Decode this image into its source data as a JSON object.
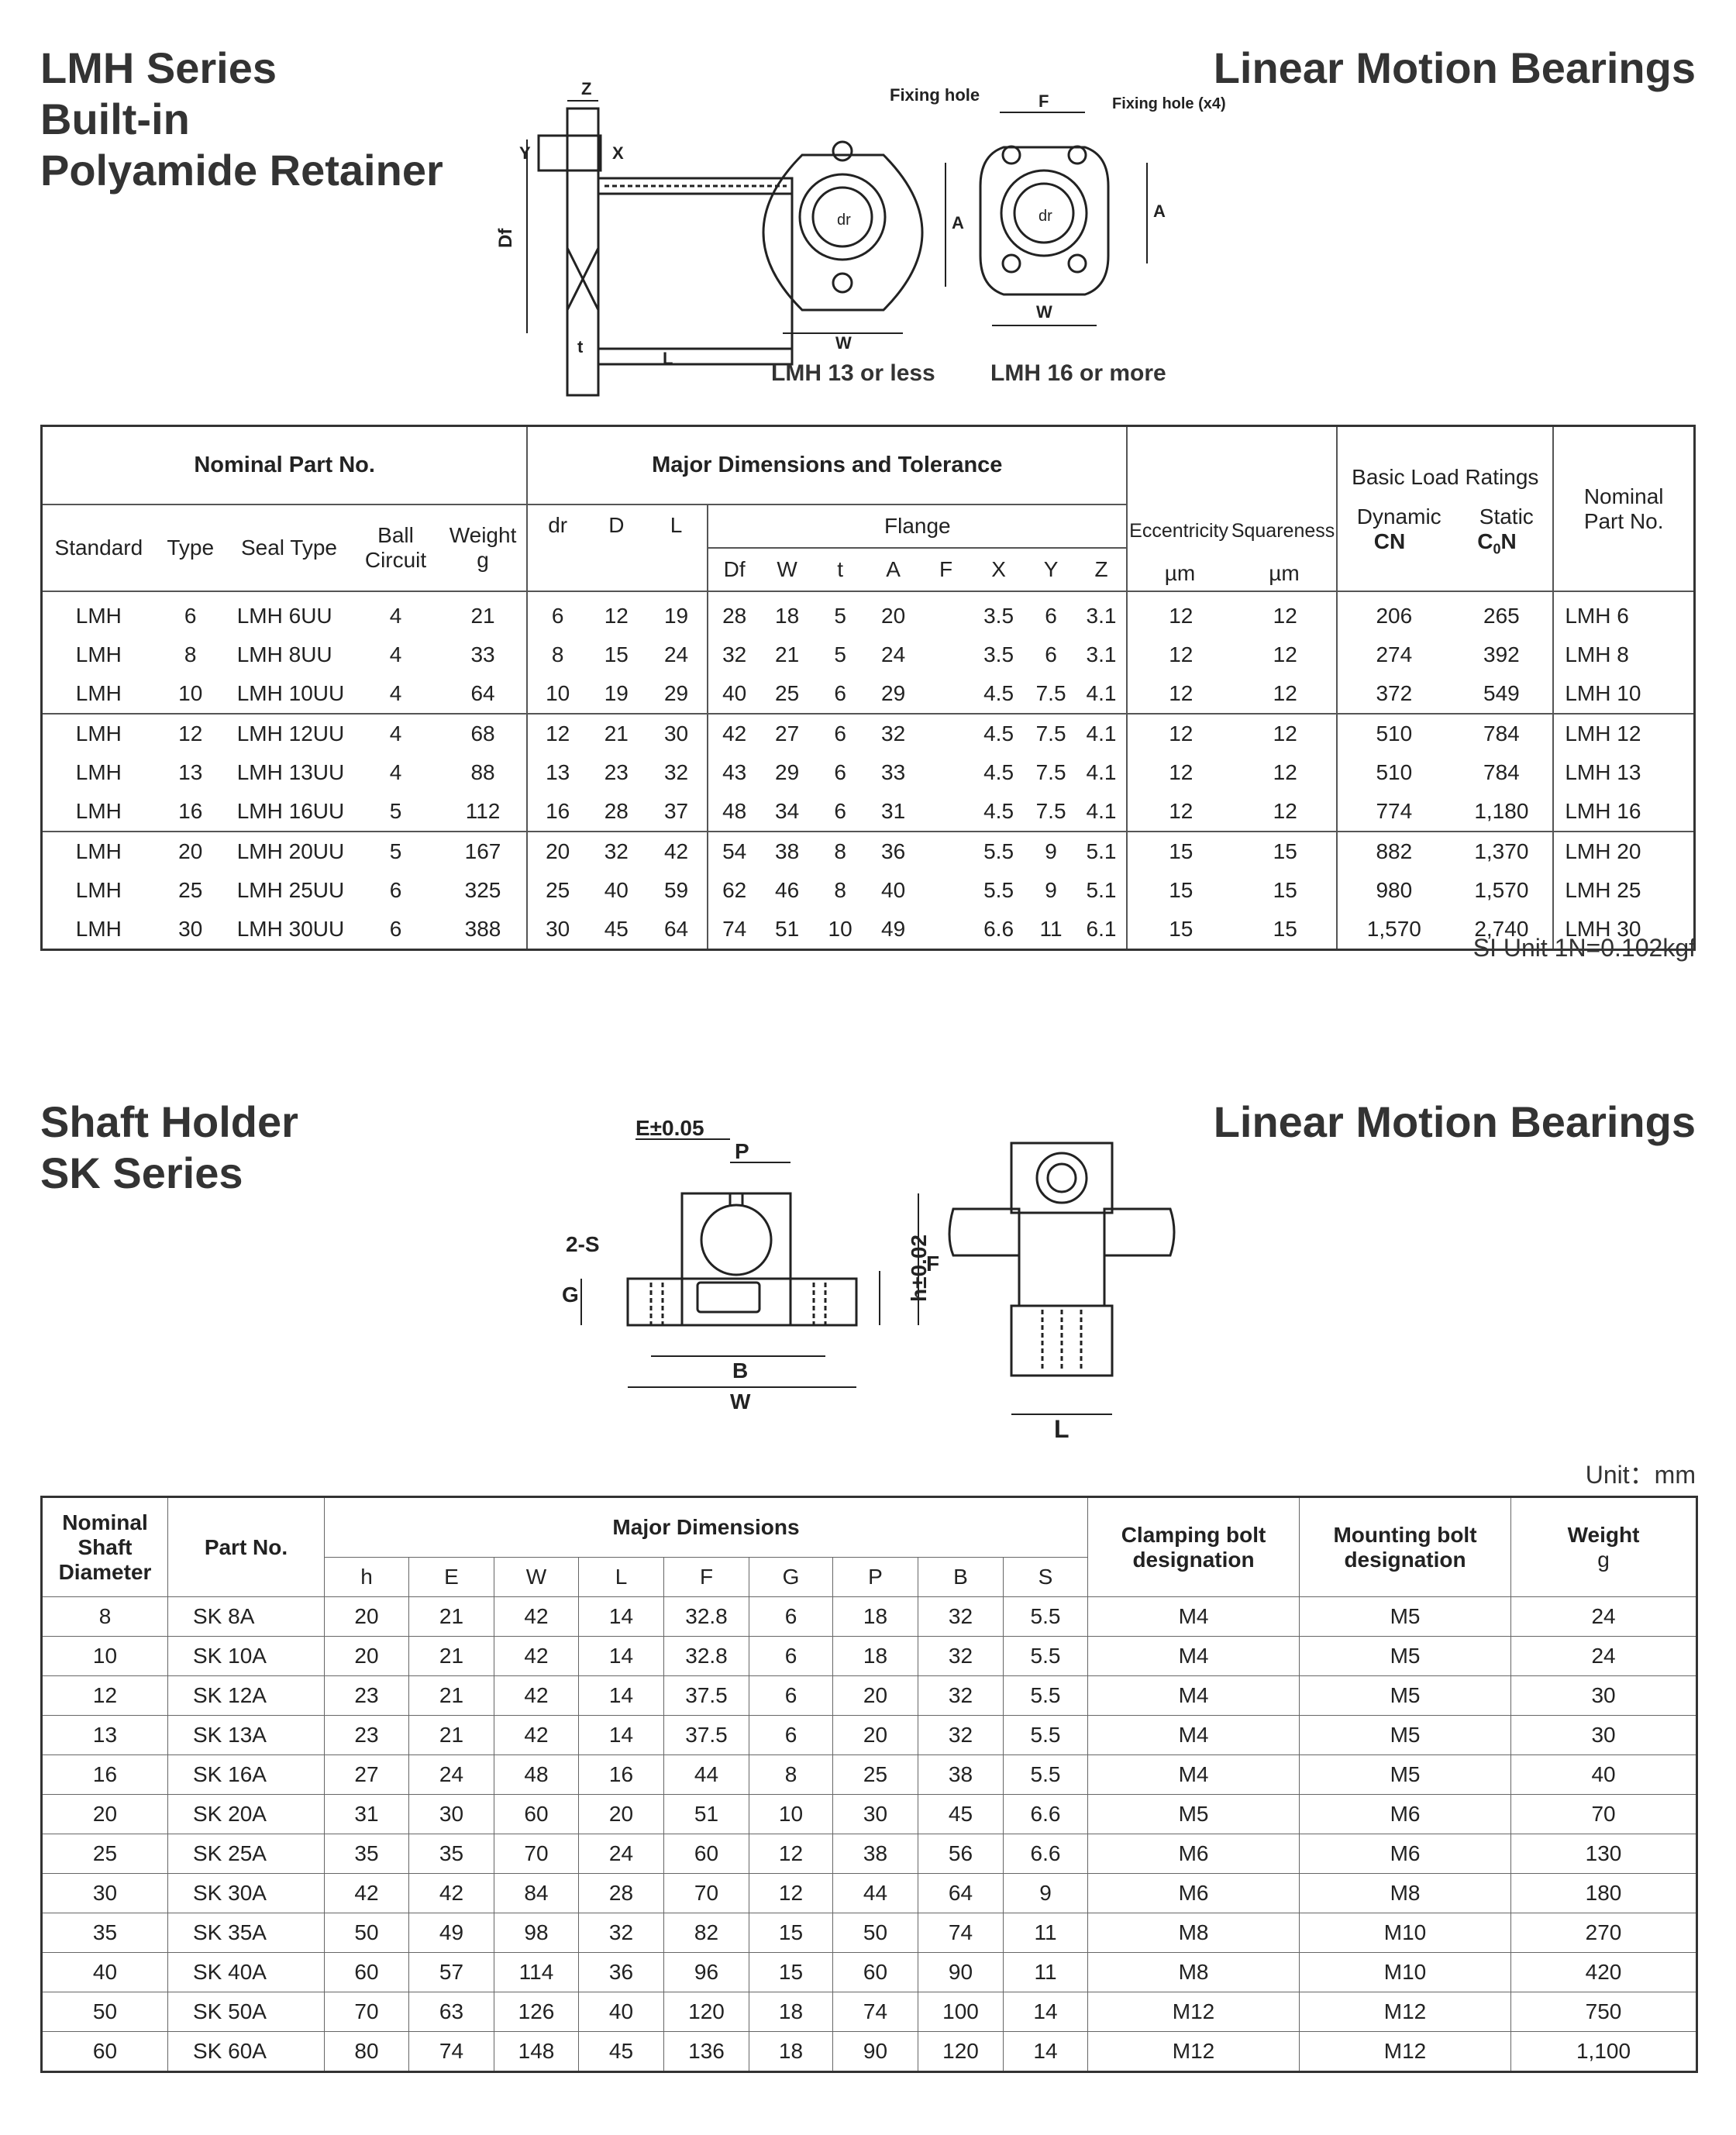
{
  "section1": {
    "title_lines": [
      "LMH Series",
      "Built-in",
      "Polyamide Retainer"
    ],
    "title_right": "Linear Motion Bearings",
    "drawing": {
      "fixing_hole": "Fixing hole",
      "fixing_hole_x4": "Fixing hole (x4)",
      "caption_small": "LMH 13 or less",
      "caption_large": "LMH 16 or more",
      "dims": {
        "z": "Z",
        "y": "Y",
        "x": "X",
        "df": "Df",
        "t": "t",
        "l": "L",
        "a": "A",
        "w": "W",
        "dr": "dr",
        "f": "F"
      }
    },
    "table": {
      "group_nominal": "Nominal Part No.",
      "group_major": "Major Dimensions and Tolerance",
      "flange": "Flange",
      "basic_load": "Basic Load Ratings",
      "nominal_right": "Nominal Part No.",
      "headers": {
        "standard": "Standard",
        "type": "Type",
        "seal_type": "Seal Type",
        "ball_circuit": "Ball Circuit",
        "weight": "Weight",
        "weight_unit": "g",
        "dr": "dr",
        "D": "D",
        "L": "L",
        "Df": "Df",
        "W": "W",
        "t": "t",
        "A": "A",
        "F": "F",
        "X": "X",
        "Y": "Y",
        "Z": "Z",
        "eccentricity": "Eccentricity",
        "squareness": "Squareness",
        "um1": "µm",
        "um2": "µm",
        "dynamic": "Dynamic",
        "static": "Static",
        "cn": "CN",
        "c0n": "C0N"
      },
      "rows": [
        [
          "LMH",
          "6",
          "LMH 6UU",
          "4",
          "21",
          "6",
          "12",
          "19",
          "28",
          "18",
          "5",
          "20",
          "",
          "3.5",
          "6",
          "3.1",
          "12",
          "12",
          "206",
          "265",
          "LMH 6"
        ],
        [
          "LMH",
          "8",
          "LMH 8UU",
          "4",
          "33",
          "8",
          "15",
          "24",
          "32",
          "21",
          "5",
          "24",
          "",
          "3.5",
          "6",
          "3.1",
          "12",
          "12",
          "274",
          "392",
          "LMH 8"
        ],
        [
          "LMH",
          "10",
          "LMH 10UU",
          "4",
          "64",
          "10",
          "19",
          "29",
          "40",
          "25",
          "6",
          "29",
          "",
          "4.5",
          "7.5",
          "4.1",
          "12",
          "12",
          "372",
          "549",
          "LMH 10"
        ],
        [
          "LMH",
          "12",
          "LMH 12UU",
          "4",
          "68",
          "12",
          "21",
          "30",
          "42",
          "27",
          "6",
          "32",
          "",
          "4.5",
          "7.5",
          "4.1",
          "12",
          "12",
          "510",
          "784",
          "LMH 12"
        ],
        [
          "LMH",
          "13",
          "LMH 13UU",
          "4",
          "88",
          "13",
          "23",
          "32",
          "43",
          "29",
          "6",
          "33",
          "",
          "4.5",
          "7.5",
          "4.1",
          "12",
          "12",
          "510",
          "784",
          "LMH 13"
        ],
        [
          "LMH",
          "16",
          "LMH 16UU",
          "5",
          "112",
          "16",
          "28",
          "37",
          "48",
          "34",
          "6",
          "31",
          "",
          "4.5",
          "7.5",
          "4.1",
          "12",
          "12",
          "774",
          "1,180",
          "LMH 16"
        ],
        [
          "LMH",
          "20",
          "LMH 20UU",
          "5",
          "167",
          "20",
          "32",
          "42",
          "54",
          "38",
          "8",
          "36",
          "",
          "5.5",
          "9",
          "5.1",
          "15",
          "15",
          "882",
          "1,370",
          "LMH 20"
        ],
        [
          "LMH",
          "25",
          "LMH 25UU",
          "6",
          "325",
          "25",
          "40",
          "59",
          "62",
          "46",
          "8",
          "40",
          "",
          "5.5",
          "9",
          "5.1",
          "15",
          "15",
          "980",
          "1,570",
          "LMH 25"
        ],
        [
          "LMH",
          "30",
          "LMH 30UU",
          "6",
          "388",
          "30",
          "45",
          "64",
          "74",
          "51",
          "10",
          "49",
          "",
          "6.6",
          "11",
          "6.1",
          "15",
          "15",
          "1,570",
          "2,740",
          "LMH 30"
        ]
      ]
    },
    "si_note": "SI Unit 1N=0.102kgf"
  },
  "section2": {
    "title_lines": [
      "Shaft Holder",
      "SK Series"
    ],
    "title_right": "Linear Motion Bearings",
    "drawing": {
      "e": "E±0.05",
      "p": "P",
      "s": "2-S",
      "g": "G",
      "h": "h±0.02",
      "f": "F",
      "b": "B",
      "w": "W",
      "l": "L"
    },
    "unit_note": "Unit：mm",
    "table": {
      "h_nominal": "Nominal Shaft Diameter",
      "h_part": "Part No.",
      "h_major": "Major Dimensions",
      "h_clamp": "Clamping bolt designation",
      "h_mount": "Mounting bolt designation",
      "h_weight": "Weight",
      "h_weight_unit": "g",
      "dims": [
        "h",
        "E",
        "W",
        "L",
        "F",
        "G",
        "P",
        "B",
        "S"
      ],
      "rows": [
        [
          "8",
          "SK 8A",
          "20",
          "21",
          "42",
          "14",
          "32.8",
          "6",
          "18",
          "32",
          "5.5",
          "M4",
          "M5",
          "24"
        ],
        [
          "10",
          "SK 10A",
          "20",
          "21",
          "42",
          "14",
          "32.8",
          "6",
          "18",
          "32",
          "5.5",
          "M4",
          "M5",
          "24"
        ],
        [
          "12",
          "SK 12A",
          "23",
          "21",
          "42",
          "14",
          "37.5",
          "6",
          "20",
          "32",
          "5.5",
          "M4",
          "M5",
          "30"
        ],
        [
          "13",
          "SK 13A",
          "23",
          "21",
          "42",
          "14",
          "37.5",
          "6",
          "20",
          "32",
          "5.5",
          "M4",
          "M5",
          "30"
        ],
        [
          "16",
          "SK 16A",
          "27",
          "24",
          "48",
          "16",
          "44",
          "8",
          "25",
          "38",
          "5.5",
          "M4",
          "M5",
          "40"
        ],
        [
          "20",
          "SK 20A",
          "31",
          "30",
          "60",
          "20",
          "51",
          "10",
          "30",
          "45",
          "6.6",
          "M5",
          "M6",
          "70"
        ],
        [
          "25",
          "SK 25A",
          "35",
          "35",
          "70",
          "24",
          "60",
          "12",
          "38",
          "56",
          "6.6",
          "M6",
          "M6",
          "130"
        ],
        [
          "30",
          "SK 30A",
          "42",
          "42",
          "84",
          "28",
          "70",
          "12",
          "44",
          "64",
          "9",
          "M6",
          "M8",
          "180"
        ],
        [
          "35",
          "SK 35A",
          "50",
          "49",
          "98",
          "32",
          "82",
          "15",
          "50",
          "74",
          "11",
          "M8",
          "M10",
          "270"
        ],
        [
          "40",
          "SK 40A",
          "60",
          "57",
          "114",
          "36",
          "96",
          "15",
          "60",
          "90",
          "11",
          "M8",
          "M10",
          "420"
        ],
        [
          "50",
          "SK 50A",
          "70",
          "63",
          "126",
          "40",
          "120",
          "18",
          "74",
          "100",
          "14",
          "M12",
          "M12",
          "750"
        ],
        [
          "60",
          "SK 60A",
          "80",
          "74",
          "148",
          "45",
          "136",
          "18",
          "90",
          "120",
          "14",
          "M12",
          "M12",
          "1,100"
        ]
      ]
    }
  }
}
